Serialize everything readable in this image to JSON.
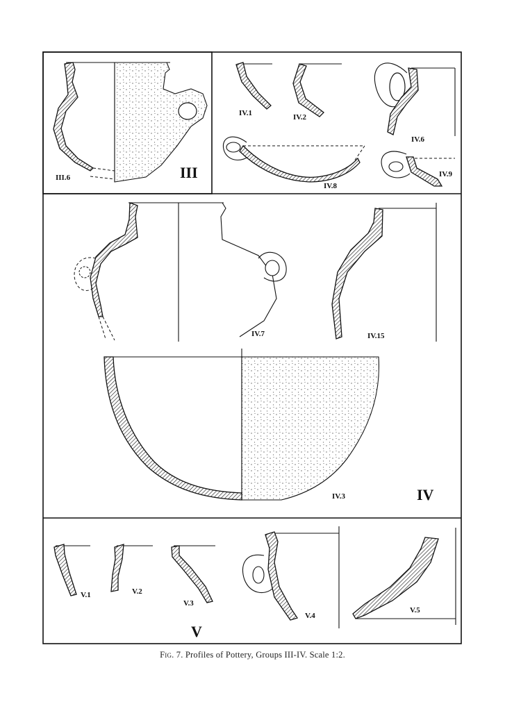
{
  "groups": {
    "g3": "III",
    "g4": "IV",
    "g5": "V"
  },
  "labels": {
    "III_6": "III.6",
    "IV_1": "IV.1",
    "IV_2": "IV.2",
    "IV_6": "IV.6",
    "IV_8": "IV.8",
    "IV_9": "IV.9",
    "IV_7": "IV.7",
    "IV_15": "IV.15",
    "IV_3": "IV.3",
    "V_1": "V.1",
    "V_2": "V.2",
    "V_3": "V.3",
    "V_4": "V.4",
    "V_5": "V.5"
  },
  "caption": {
    "fig": "Fig. 7.",
    "text": "Profiles of Pottery, Groups III-IV.  Scale 1:2."
  }
}
